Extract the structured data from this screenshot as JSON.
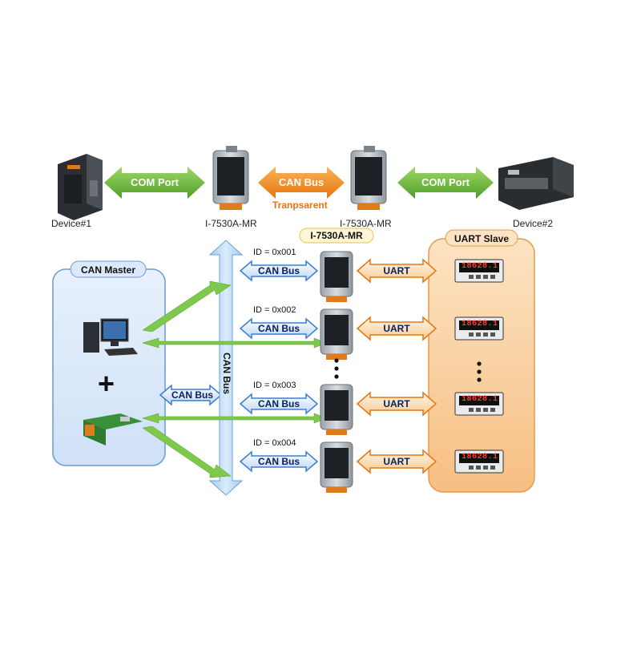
{
  "top": {
    "device1": "Device#1",
    "device2": "Device#2",
    "module_left": "I-7530A-MR",
    "module_right": "I-7530A-MR",
    "com_left": "COM Port",
    "com_right": "COM Port",
    "can_bus": "CAN Bus",
    "transparent": "Tranpsarent"
  },
  "master": {
    "title": "CAN Master",
    "plus": "+",
    "can_bus": "CAN Bus"
  },
  "bus": {
    "vertical_label": "CAN Bus"
  },
  "modules_title": "I-7530A-MR",
  "slave_title": "UART Slave",
  "nodes": [
    {
      "id": "ID = 0x001",
      "bus": "CAN Bus",
      "uart": "UART",
      "display": "18628.1"
    },
    {
      "id": "ID = 0x002",
      "bus": "CAN Bus",
      "uart": "UART",
      "display": "18628.1"
    },
    {
      "id": "ID = 0x003",
      "bus": "CAN Bus",
      "uart": "UART",
      "display": "18628.1"
    },
    {
      "id": "ID = 0x004",
      "bus": "CAN Bus",
      "uart": "UART",
      "display": "18628.1"
    }
  ],
  "colors": {
    "green_arrow": "#6dbb3a",
    "orange_arrow": "#f28a1e",
    "blue_arrow": "#3b7ed0",
    "master_panel": "#dbe9fa",
    "slave_panel": "#fbd5a8",
    "bus_bar": "#bcd8f5"
  }
}
